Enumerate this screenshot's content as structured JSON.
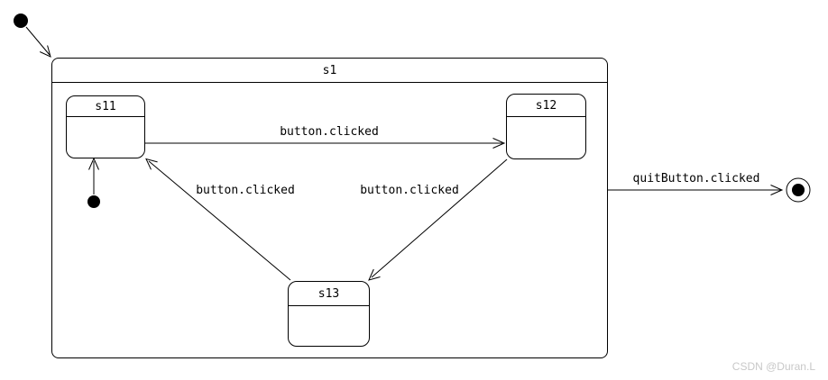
{
  "diagram_type": "uml-state-machine",
  "states": {
    "s1": {
      "label": "s1",
      "type": "composite"
    },
    "s11": {
      "label": "s11",
      "type": "simple"
    },
    "s12": {
      "label": "s12",
      "type": "simple"
    },
    "s13": {
      "label": "s13",
      "type": "simple"
    }
  },
  "transitions": {
    "initial_to_s1": {
      "label": ""
    },
    "initial_to_s11": {
      "label": ""
    },
    "s11_to_s12": {
      "label": "button.clicked"
    },
    "s12_to_s13": {
      "label": "button.clicked"
    },
    "s13_to_s11": {
      "label": "button.clicked"
    },
    "s1_to_final": {
      "label": "quitButton.clicked"
    }
  },
  "markers": {
    "initial_outer": "initial-state-dot",
    "initial_inner": "initial-state-dot",
    "final": "final-state-bullseye"
  },
  "watermark": "CSDN @Duran.L",
  "colors": {
    "stroke": "#000000",
    "background": "#ffffff",
    "watermark": "#c8c8c8"
  }
}
